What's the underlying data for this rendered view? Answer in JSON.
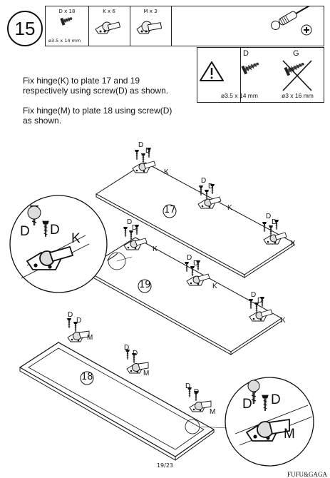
{
  "step_number": "15",
  "parts": [
    {
      "label": "D x 18",
      "size": "ø3.5 x 14 mm",
      "icon": "screw-icon"
    },
    {
      "label": "K x 6",
      "icon": "hinge-k-icon"
    },
    {
      "label": "M x 3",
      "icon": "hinge-m-icon"
    }
  ],
  "tool_icon": "screwdriver-icon",
  "warning": {
    "icon": "warning-triangle-icon",
    "correct": {
      "letter": "D",
      "size": "ø3.5 x 14 mm"
    },
    "wrong": {
      "letter": "G",
      "size": "ø3 x 16 mm"
    }
  },
  "instructions": [
    {
      "line1": "Fix hinge(K) to plate 17 and 19",
      "line2": "respectively using screw(D) as shown."
    },
    {
      "line1": "Fix hinge(M) to plate 18 using screw(D)",
      "line2": "as shown."
    }
  ],
  "plates": {
    "p17": "17",
    "p19": "19",
    "p18": "18"
  },
  "labels": {
    "screw": "D",
    "hinge_k": "K",
    "hinge_m": "M"
  },
  "page": "19/23",
  "footer_code": "FUFU&GAGA"
}
